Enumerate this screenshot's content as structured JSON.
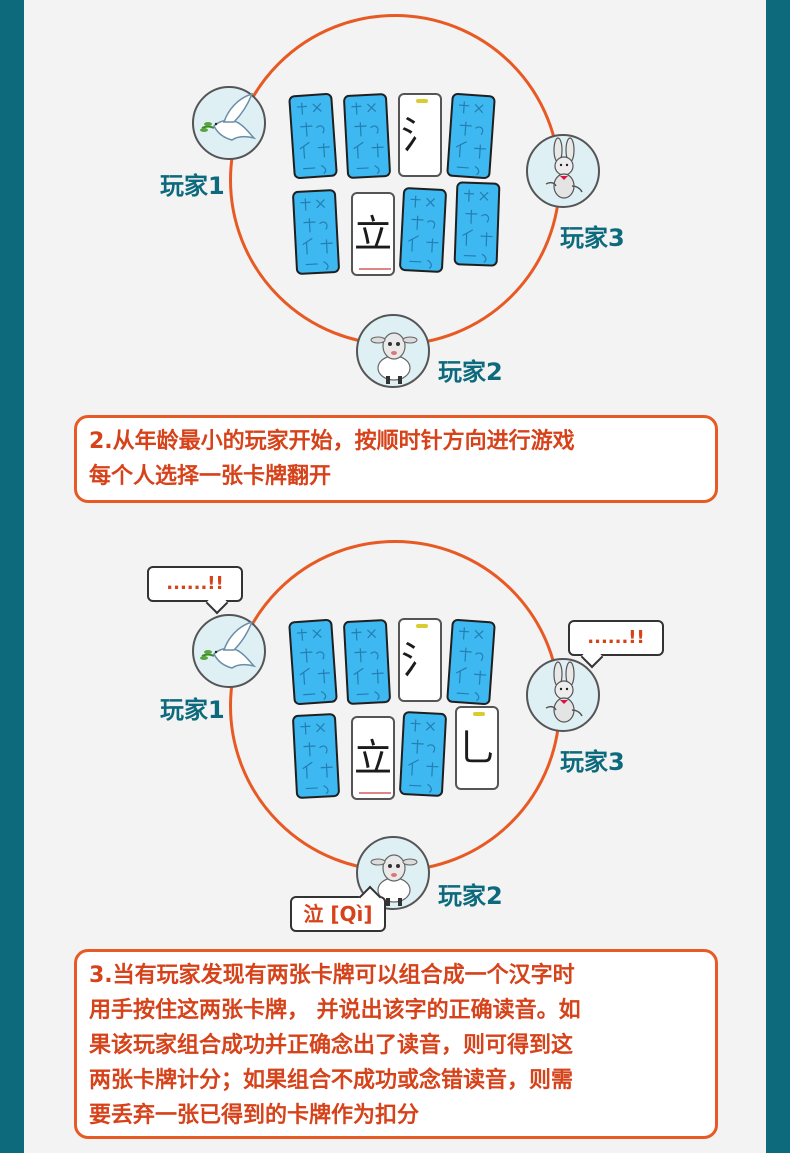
{
  "players": {
    "p1": "玩家1",
    "p2": "玩家2",
    "p3": "玩家3"
  },
  "cards": {
    "water_radical": "氵",
    "li": "立",
    "second_radical": "乚"
  },
  "step2": {
    "line1": "2.从年龄最小的玩家开始，按顺时针方向进行游戏",
    "line2": "每个人选择一张卡牌翻开"
  },
  "bubbles": {
    "p1": "......!!",
    "p3": "......!!",
    "p2": "泣 [Qì]"
  },
  "step3": {
    "line1": "3.当有玩家发现有两张卡牌可以组合成一个汉字时",
    "line2": "用手按住这两张卡牌， 并说出该字的正确读音。如",
    "line3": "果该玩家组合成功并正确念出了读音，则可得到这",
    "line4": "两张卡牌计分；如果组合不成功或念错读音，则需",
    "line5": "要丢弃一张已得到的卡牌作为扣分"
  },
  "colors": {
    "teal": "#0d6a7d",
    "orange": "#e85a24",
    "card_blue": "#3db8f0"
  },
  "icons": [
    "dove-icon",
    "rabbit-icon",
    "sheep-icon"
  ]
}
